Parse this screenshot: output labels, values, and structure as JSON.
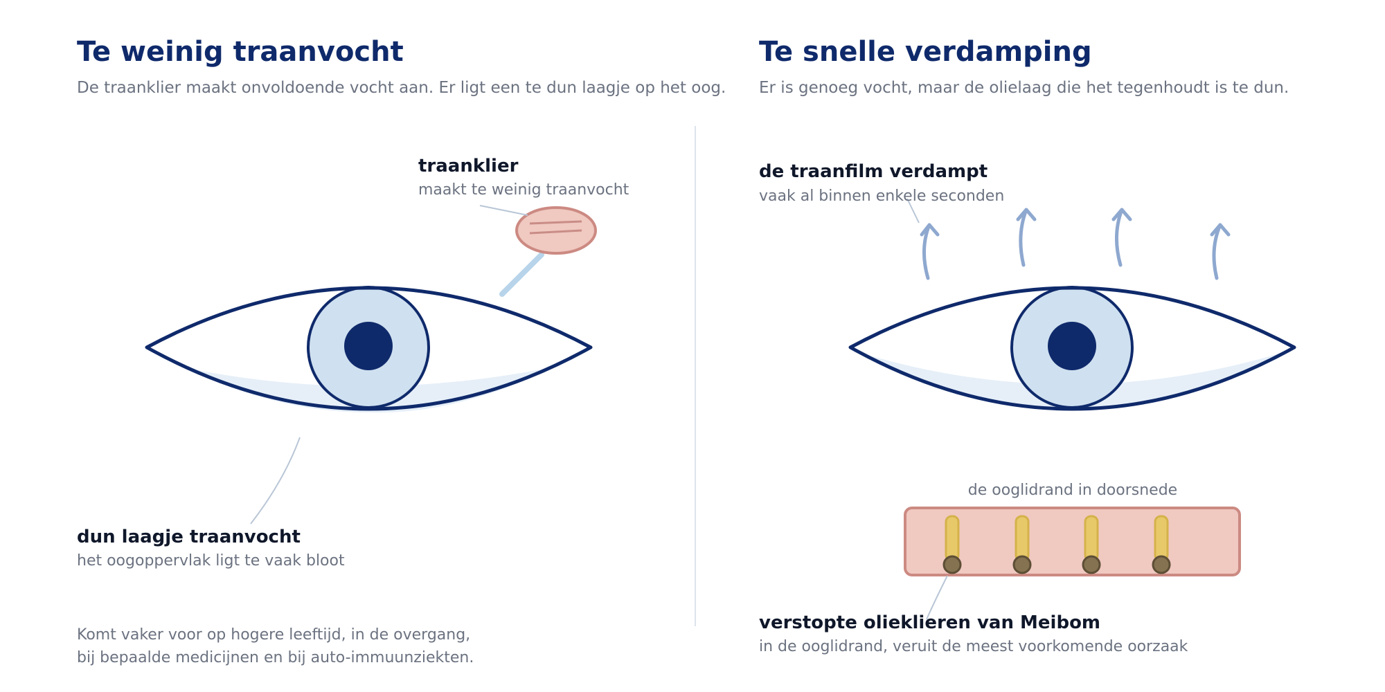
{
  "left": {
    "title": "Te weinig traanvocht",
    "subtitle": "De traanklier maakt onvoldoende vocht aan. Er ligt een te dun laagje op het oog.",
    "gland_label": "traanklier",
    "gland_sub": "maakt te weinig traanvocht",
    "layer_label": "dun laagje traanvocht",
    "layer_sub": "het oogoppervlak ligt te vaak bloot",
    "note_lines": [
      "Komt vaker voor op hogere leeftijd, in de overgang,",
      "bij bepaalde medicijnen en bij auto-immuunziekten."
    ]
  },
  "right": {
    "title": "Te snelle verdamping",
    "subtitle": "Er is genoeg vocht, maar de olielaag die het tegenhoudt is te dun.",
    "evap_label": "de traanfilm verdampt",
    "evap_sub": "vaak al binnen enkele seconden",
    "lid_caption": "de ooglidrand in doorsnede",
    "gland_label": "verstopte olieklieren van Meibom",
    "gland_sub": "in de ooglidrand, veruit de meest voorkomende oorzaak"
  },
  "colors": {
    "navy": "#0f2a6b",
    "iris": "#cfe0f0",
    "gland": "#f0c9c1",
    "gland_stroke": "#cc8a82",
    "arrow": "#8ea8cf",
    "oil_duct": "#e8c96a",
    "oil_plug": "#857250"
  }
}
